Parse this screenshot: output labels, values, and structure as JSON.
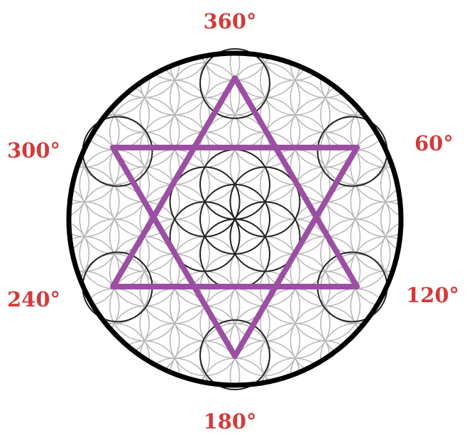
{
  "labels": {
    "top": "360°",
    "upper_right": "60°",
    "lower_right": "120°",
    "bottom": "180°",
    "lower_left": "240°",
    "upper_left": "300°"
  },
  "colors": {
    "label": "#d23b3b",
    "star": "#9b4fa3",
    "outer_circle": "#000000",
    "grid_light": "#b8b8b8",
    "grid_dark": "#222222"
  }
}
